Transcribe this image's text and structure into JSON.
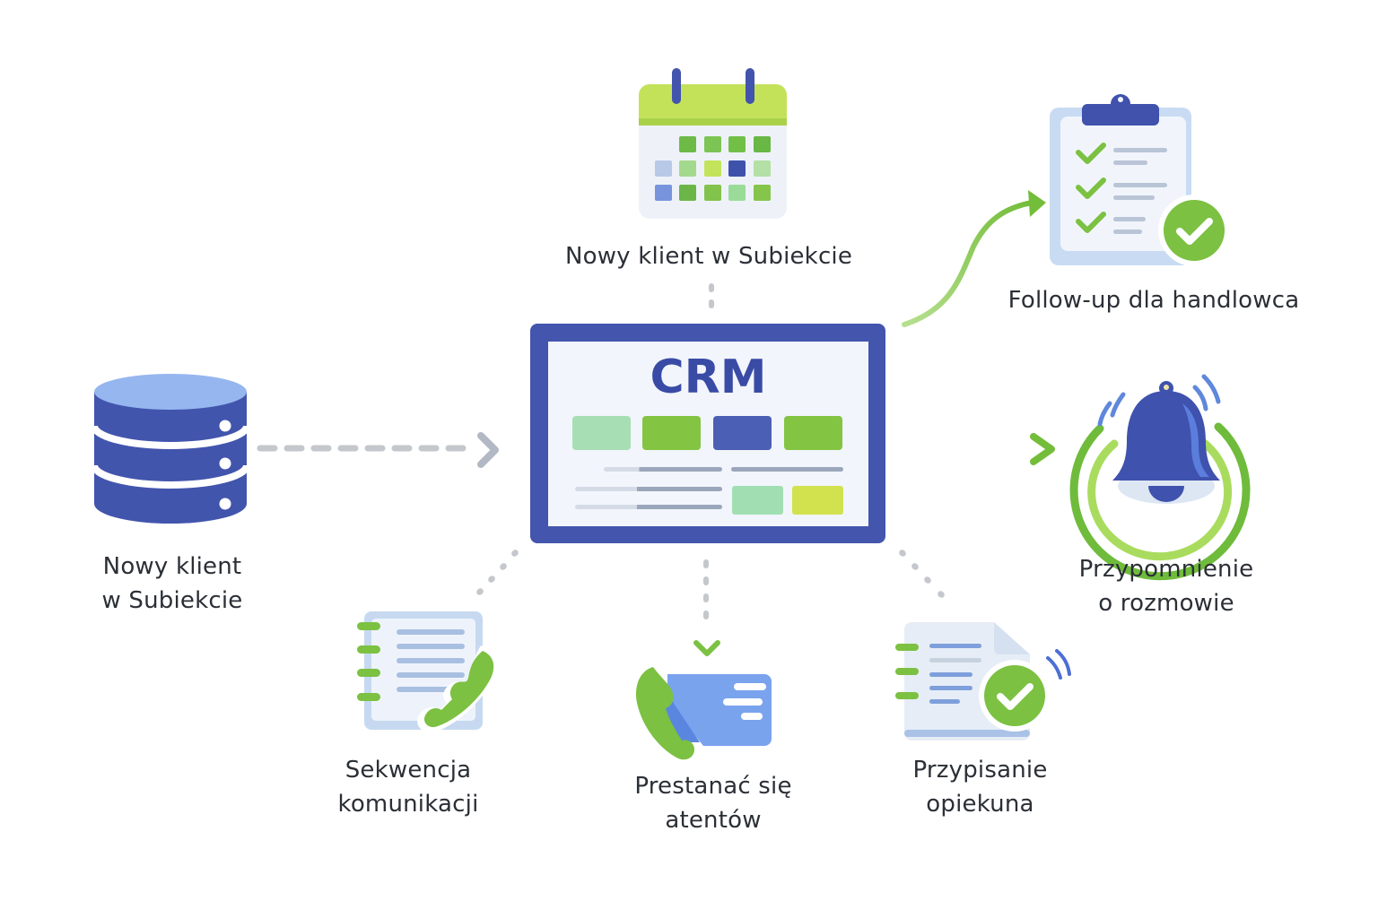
{
  "diagram": {
    "center": {
      "title": "CRM"
    },
    "nodes": [
      {
        "id": "calendar",
        "icon": "calendar-icon",
        "label_lines": [
          "Nowy klient w Subiekcie"
        ]
      },
      {
        "id": "database",
        "icon": "database-icon",
        "label_lines": [
          "Nowy klient",
          "w Subiekcie"
        ]
      },
      {
        "id": "followup",
        "icon": "clipboard-check-icon",
        "label_lines": [
          "Follow-up dla handlowca"
        ]
      },
      {
        "id": "reminder",
        "icon": "bell-icon",
        "label_lines": [
          "Przypomnienie",
          "o rozmowie"
        ]
      },
      {
        "id": "sequence",
        "icon": "notebook-phone-icon",
        "label_lines": [
          "Sekwencja",
          "komunikacji"
        ]
      },
      {
        "id": "contact",
        "icon": "phone-card-icon",
        "label_lines": [
          "Prestanać się",
          "atentów"
        ]
      },
      {
        "id": "assign",
        "icon": "document-check-icon",
        "label_lines": [
          "Przypisanie",
          "opiekuna"
        ]
      }
    ],
    "connectors": [
      {
        "from": "calendar",
        "to": "center",
        "style": "dotted",
        "color": "#c4c7cc"
      },
      {
        "from": "database",
        "to": "center",
        "style": "dashed-arrow",
        "color": "#c4c7cc"
      },
      {
        "from": "center",
        "to": "followup",
        "style": "curved-arrow",
        "color": "#7cc142"
      },
      {
        "from": "center",
        "to": "reminder",
        "style": "dashed-arrow",
        "color": "#7cc142"
      },
      {
        "from": "center",
        "to": "sequence",
        "style": "dotted",
        "color": "#c4c7cc"
      },
      {
        "from": "center",
        "to": "contact",
        "style": "dotted-arrow",
        "color": "#c4c7cc"
      },
      {
        "from": "center",
        "to": "assign",
        "style": "dotted",
        "color": "#c4c7cc"
      }
    ]
  },
  "colors": {
    "primary_blue": "#4355ad",
    "light_blue": "#8fb1ee",
    "green": "#7cc142",
    "lime": "#c6e35a",
    "text": "#2b2f36",
    "connector_gray": "#c4c7cc"
  }
}
